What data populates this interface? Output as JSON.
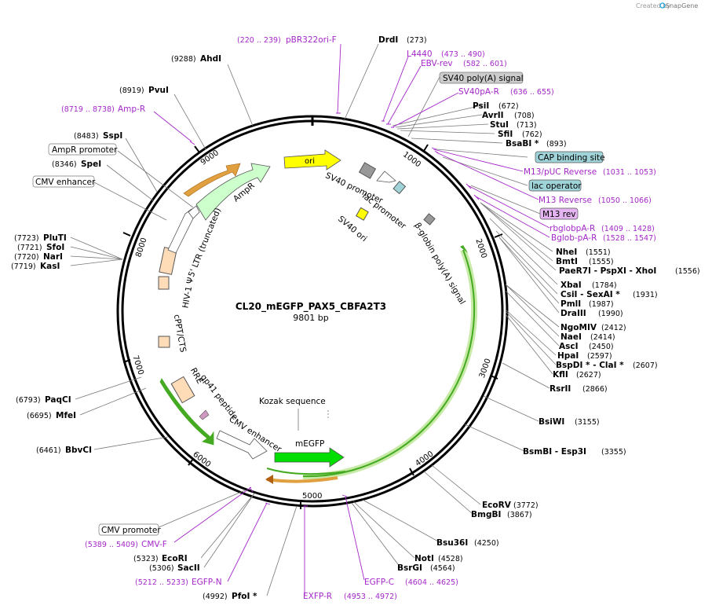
{
  "credit": {
    "prefix": "Created by",
    "brand": "SnapGene"
  },
  "plasmid": {
    "name": "CL20_mEGFP_PAX5_CBFA2T3",
    "length": "9801 bp"
  },
  "ticks": [
    "1000",
    "2000",
    "3000",
    "4000",
    "5000",
    "6000",
    "7000",
    "8000",
    "9000"
  ],
  "enzymes": [
    {
      "name": "DrdI",
      "pos": "(273)"
    },
    {
      "name": "AhdI",
      "pos": "(9288)"
    },
    {
      "name": "PvuI",
      "pos": "(8919)"
    },
    {
      "name": "SspI",
      "pos": "(8483)"
    },
    {
      "name": "SpeI",
      "pos": "(8346)"
    },
    {
      "name": "PluTI",
      "pos": "(7723)"
    },
    {
      "name": "SfoI",
      "pos": "(7721)"
    },
    {
      "name": "NarI",
      "pos": "(7720)"
    },
    {
      "name": "KasI",
      "pos": "(7719)"
    },
    {
      "name": "PaqCI",
      "pos": "(6793)"
    },
    {
      "name": "MfeI",
      "pos": "(6695)"
    },
    {
      "name": "BbvCI",
      "pos": "(6461)"
    },
    {
      "name": "EcoRI",
      "pos": "(5323)"
    },
    {
      "name": "SacII",
      "pos": "(5306)"
    },
    {
      "name": "PfoI *",
      "pos": "(4992)"
    },
    {
      "name": "PsiI",
      "pos": "(672)"
    },
    {
      "name": "AvrII",
      "pos": "(708)"
    },
    {
      "name": "StuI",
      "pos": "(713)"
    },
    {
      "name": "SfiI",
      "pos": "(762)"
    },
    {
      "name": "BsaBI *",
      "pos": "(893)"
    },
    {
      "name": "NheI",
      "pos": "(1551)"
    },
    {
      "name": "BmtI",
      "pos": "(1555)"
    },
    {
      "name": "PaeR7I  - PspXI  - XhoI",
      "pos": "(1556)"
    },
    {
      "name": "XbaI",
      "pos": "(1784)"
    },
    {
      "name": "CsiI  - SexAI *",
      "pos": "(1931)"
    },
    {
      "name": "PmlI",
      "pos": "(1987)"
    },
    {
      "name": "DraIII",
      "pos": "(1990)"
    },
    {
      "name": "NgoMIV",
      "pos": "(2412)"
    },
    {
      "name": "NaeI",
      "pos": "(2414)"
    },
    {
      "name": "AscI",
      "pos": "(2450)"
    },
    {
      "name": "HpaI",
      "pos": "(2597)"
    },
    {
      "name": "BspDI *  - ClaI *",
      "pos": "(2607)"
    },
    {
      "name": "KflI",
      "pos": "(2627)"
    },
    {
      "name": "RsrII",
      "pos": "(2866)"
    },
    {
      "name": "BsiWI",
      "pos": "(3155)"
    },
    {
      "name": "BsmBI  - Esp3I",
      "pos": "(3355)"
    },
    {
      "name": "EcoRV",
      "pos": "(3772)"
    },
    {
      "name": "BmgBI",
      "pos": "(3867)"
    },
    {
      "name": "Bsu36I",
      "pos": "(4250)"
    },
    {
      "name": "NotI",
      "pos": "(4528)"
    },
    {
      "name": "BsrGI",
      "pos": "(4564)"
    }
  ],
  "primers": [
    {
      "name": "pBR322ori-F",
      "pos": "(220 .. 239)"
    },
    {
      "name": "L4440",
      "pos": "(473 .. 490)"
    },
    {
      "name": "EBV-rev",
      "pos": "(582 .. 601)"
    },
    {
      "name": "SV40pA-R",
      "pos": "(636 .. 655)"
    },
    {
      "name": "M13/pUC Reverse",
      "pos": "(1031 .. 1053)"
    },
    {
      "name": "M13 Reverse",
      "pos": "(1050 .. 1066)"
    },
    {
      "name": "rbglobpA-R",
      "pos": "(1409 .. 1428)"
    },
    {
      "name": "Bglob-pA-R",
      "pos": "(1528 .. 1547)"
    },
    {
      "name": "Amp-R",
      "pos": "(8719 .. 8738)"
    },
    {
      "name": "CMV-F",
      "pos": "(5389 .. 5409)"
    },
    {
      "name": "EGFP-N",
      "pos": "(5212 .. 5233)"
    },
    {
      "name": "EXFP-R",
      "pos": "(4953 .. 4972)"
    },
    {
      "name": "EGFP-C",
      "pos": "(4604 .. 4625)"
    }
  ],
  "boxed_labels": [
    {
      "text": "SV40 poly(A) signal"
    },
    {
      "text": "CAP binding site"
    },
    {
      "text": "lac operator"
    },
    {
      "text": "M13 rev"
    },
    {
      "text": "AmpR promoter"
    },
    {
      "text": "CMV enhancer"
    },
    {
      "text": "CMV promoter"
    }
  ],
  "features": {
    "ori": "ori",
    "ampr": "AmpR",
    "sv40_promoter": "SV40 promoter",
    "lac_promoter": "lac promoter",
    "sv40_ori": "SV40 ori",
    "bglobin": "β-globin poly(A) signal",
    "ltr": "5' LTR (truncated)",
    "hiv_psi": "HIV-1 Ψ",
    "cppt": "cPPT/CTS",
    "rre": "RRE",
    "gp41": "gp41 peptide",
    "cmv_enh_inner": "CMV enhancer",
    "kozak": "Kozak sequence",
    "megfp": "mEGFP"
  },
  "colors": {
    "primer": "#a428c8",
    "ori": "#ffff00",
    "ampr": "#ccffcc",
    "megfp": "#00dd00",
    "orf_orange": "#e0a040",
    "orf_green": "#44bb22",
    "boxed_teal": "#9fd3d8",
    "boxed_gray": "#cccccc",
    "boxed_purple": "#e4b4f0",
    "feature_tan": "#ffdcb8"
  }
}
